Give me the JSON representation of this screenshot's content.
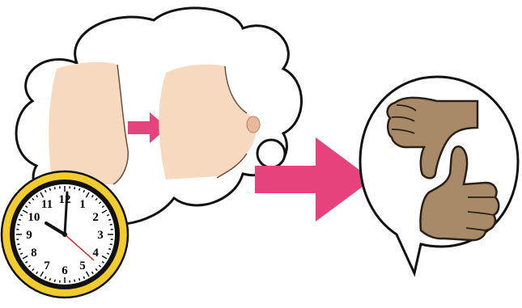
{
  "colors": {
    "skin": "#F7D9BF",
    "skin_outline": "#6b5040",
    "nipple": "#E9B79B",
    "arrow": "#E6437C",
    "hand": "#A88A68",
    "hand_outline": "#2a2016",
    "clock_rim": "#F2CC2F",
    "outline": "#111111"
  },
  "icons": {
    "thought_bubble": "thought-bubble-icon",
    "flat_chest": "flat-chest-icon",
    "developed_breast": "developed-breast-icon",
    "small_arrow": "arrow-right-icon",
    "big_arrow": "arrow-right-icon",
    "speech_bubble": "speech-bubble-icon",
    "thumbs_down": "thumbs-down-icon",
    "thumbs_up": "thumbs-up-icon",
    "clock": "clock-icon"
  },
  "clock": {
    "numbers": [
      "12",
      "1",
      "2",
      "3",
      "4",
      "5",
      "6",
      "7",
      "8",
      "9",
      "10",
      "11"
    ]
  }
}
